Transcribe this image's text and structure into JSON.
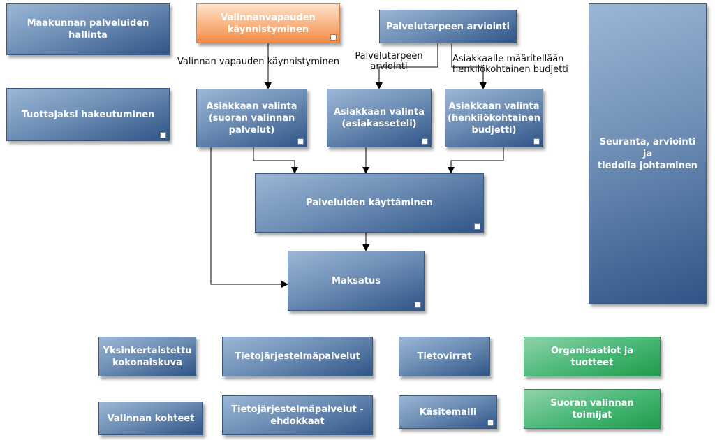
{
  "boxes": {
    "maakunnan": "Maakunnan palveluiden\nhallinta",
    "valinnanvapauden": "Valinnanvapauden\nkäynnistyminen",
    "palvelutarpeen": "Palvelutarpeen arviointi",
    "seuranta": "Seuranta, arviointi ja\ntiedolla johtaminen",
    "tuottajaksi": "Tuottajaksi hakeutuminen",
    "valinta_suora": "Asiakkaan valinta\n(suoran valinnan\npalvelut)",
    "valinta_seteli": "Asiakkaan valinta\n(asiakasseteli)",
    "valinta_budjetti": "Asiakkaan valinta\n(henkilökohtainen\nbudjetti)",
    "kayttaminen": "Palveluiden käyttäminen",
    "maksatus": "Maksatus",
    "yksinkertaistettu": "Yksinkertaistettu\nkokonaiskuva",
    "tietojarjestelma": "Tietojärjestelmäpalvelut",
    "tietovirrat": "Tietovirrat",
    "organisaatiot": "Organisaatiot ja tuotteet",
    "valinnan_kohteet": "Valinnan kohteet",
    "ehdokkaat": "Tietojärjestelmäpalvelut -\nehdokkaat",
    "kasitemalli": "Käsitemalli",
    "suoran_toimijat": "Suoran valinnan toimijat"
  },
  "labels": {
    "valinnan_vapauden": "Valinnan vapauden käynnistyminen",
    "palvelutarpeen_arviointi": "Palvelutarpeen\narviointi",
    "asiakkaalle": "Asiakkaalle määritellään\nhenkilökohtainen budjetti"
  },
  "colors": {
    "blue": "#4f73a0",
    "orange": "#f8a468",
    "green": "#3fb36b",
    "connector": "#000000"
  }
}
